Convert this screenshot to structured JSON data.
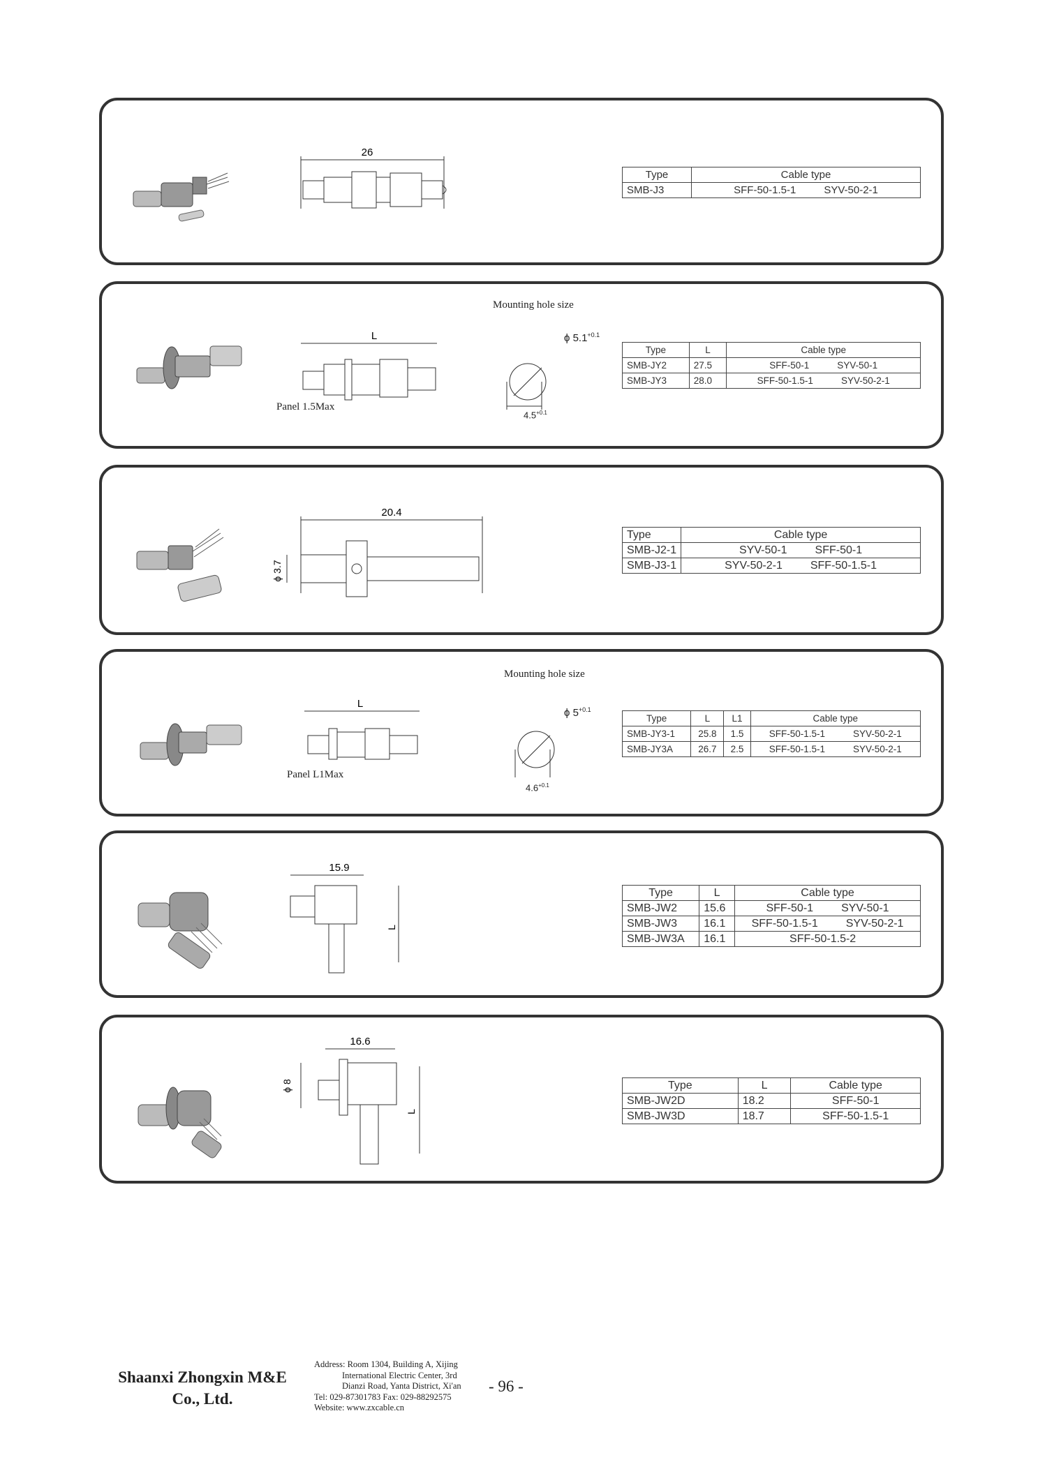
{
  "panels": [
    {
      "dimension": "26",
      "table": {
        "header": [
          "Type",
          "Cable type"
        ],
        "rows": [
          [
            "SMB-J3",
            "SFF-50-1.5-1",
            "SYV-50-2-1"
          ]
        ]
      }
    },
    {
      "mounting_title": "Mounting hole size",
      "dimension": "L",
      "panel_note": "Panel 1.5Max",
      "hole_dia": "ϕ 5.1",
      "hole_dia_tol": "+0.1",
      "hole_flat": "4.5",
      "hole_flat_tol": "+0.1",
      "table": {
        "header": [
          "Type",
          "L",
          "Cable type"
        ],
        "rows": [
          [
            "SMB-JY2",
            "27.5",
            "SFF-50-1",
            "SYV-50-1"
          ],
          [
            "SMB-JY3",
            "28.0",
            "SFF-50-1.5-1",
            "SYV-50-2-1"
          ]
        ]
      }
    },
    {
      "dimension": "20.4",
      "dia_label": "ϕ 3.7",
      "table": {
        "header": [
          "Type",
          "Cable type"
        ],
        "rows": [
          [
            "SMB-J2-1",
            "SYV-50-1",
            "SFF-50-1"
          ],
          [
            "SMB-J3-1",
            "SYV-50-2-1",
            "SFF-50-1.5-1"
          ]
        ]
      }
    },
    {
      "mounting_title": "Mounting hole size",
      "dimension": "L",
      "panel_note": "Panel L1Max",
      "hole_dia": "ϕ 5",
      "hole_dia_tol": "+0.1",
      "hole_flat": "4.6",
      "hole_flat_tol": "+0.1",
      "table": {
        "header": [
          "Type",
          "L",
          "L1",
          "Cable type"
        ],
        "rows": [
          [
            "SMB-JY3-1",
            "25.8",
            "1.5",
            "SFF-50-1.5-1",
            "SYV-50-2-1"
          ],
          [
            "SMB-JY3A",
            "26.7",
            "2.5",
            "SFF-50-1.5-1",
            "SYV-50-2-1"
          ]
        ]
      }
    },
    {
      "dimension": "15.9",
      "dimension_v": "L",
      "table": {
        "header": [
          "Type",
          "L",
          "Cable type"
        ],
        "rows": [
          [
            "SMB-JW2",
            "15.6",
            "SFF-50-1",
            "SYV-50-1"
          ],
          [
            "SMB-JW3",
            "16.1",
            "SFF-50-1.5-1",
            "SYV-50-2-1"
          ],
          [
            "SMB-JW3A",
            "16.1",
            "SFF-50-1.5-2",
            ""
          ]
        ]
      }
    },
    {
      "dimension": "16.6",
      "dimension_v": "L",
      "dia_label": "ϕ 8",
      "table": {
        "header": [
          "Type",
          "L",
          "Cable type"
        ],
        "rows": [
          [
            "SMB-JW2D",
            "18.2",
            "SFF-50-1"
          ],
          [
            "SMB-JW3D",
            "18.7",
            "SFF-50-1.5-1"
          ]
        ]
      }
    }
  ],
  "footer": {
    "company_line1": "Shaanxi Zhongxin M&E",
    "company_line2": "Co., Ltd.",
    "address_line1": "Address: Room 1304, Building A, Xijing",
    "address_line2": "International Electric Center, 3rd",
    "address_line3": "Dianzi Road, Yanta District, Xi'an",
    "tel_fax": "Tel: 029-87301783    Fax: 029-88292575",
    "website": "Website: www.zxcable.cn",
    "page_number": "- 96 -"
  }
}
